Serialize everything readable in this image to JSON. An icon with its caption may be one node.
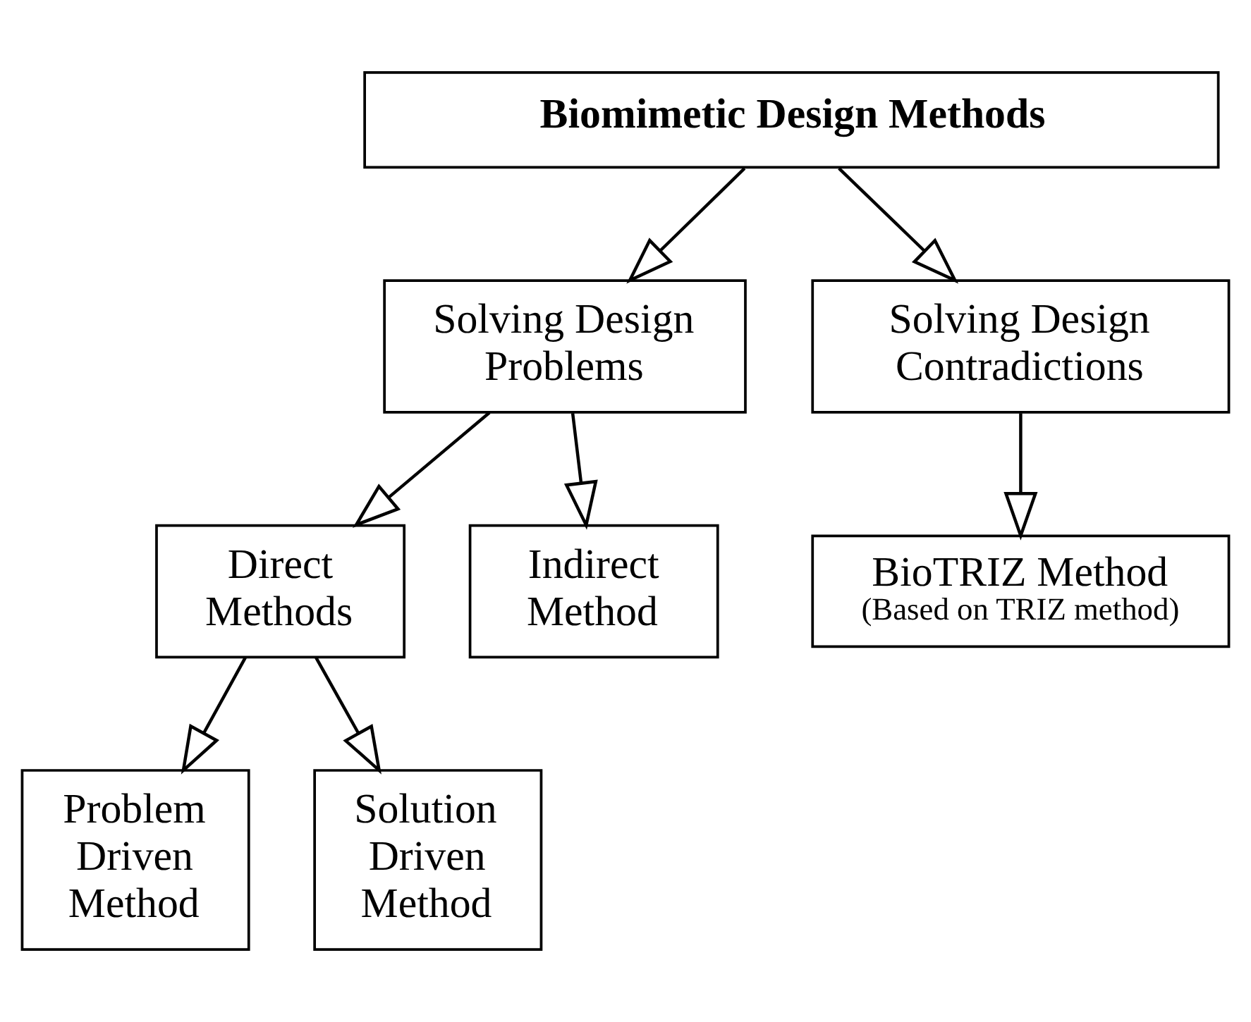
{
  "diagram": {
    "nodes": [
      {
        "text": [
          "Biomimetic Design Methods"
        ]
      },
      {
        "text": [
          "Solving Design Problems"
        ]
      },
      {
        "text": [
          "Solving Design Contradictions"
        ]
      },
      {
        "text": [
          "Direct Methods"
        ]
      },
      {
        "text": [
          "Indirect Method"
        ]
      },
      {
        "text": [
          "BioTRIZ Method",
          "(Based on TRIZ method)"
        ]
      },
      {
        "text": [
          "Problem Driven Method"
        ]
      },
      {
        "text": [
          "Solution Driven Method"
        ]
      }
    ],
    "edges": [
      {
        "from": 0,
        "to": 1,
        "arrow": "to"
      },
      {
        "from": 0,
        "to": 2,
        "arrow": "to"
      },
      {
        "from": 1,
        "to": 3,
        "arrow": "to"
      },
      {
        "from": 1,
        "to": 4,
        "arrow": "to"
      },
      {
        "from": 2,
        "to": 5,
        "arrow": "to"
      },
      {
        "from": 3,
        "to": 6,
        "arrow": "to"
      },
      {
        "from": 3,
        "to": 7,
        "arrow": "to"
      }
    ]
  }
}
